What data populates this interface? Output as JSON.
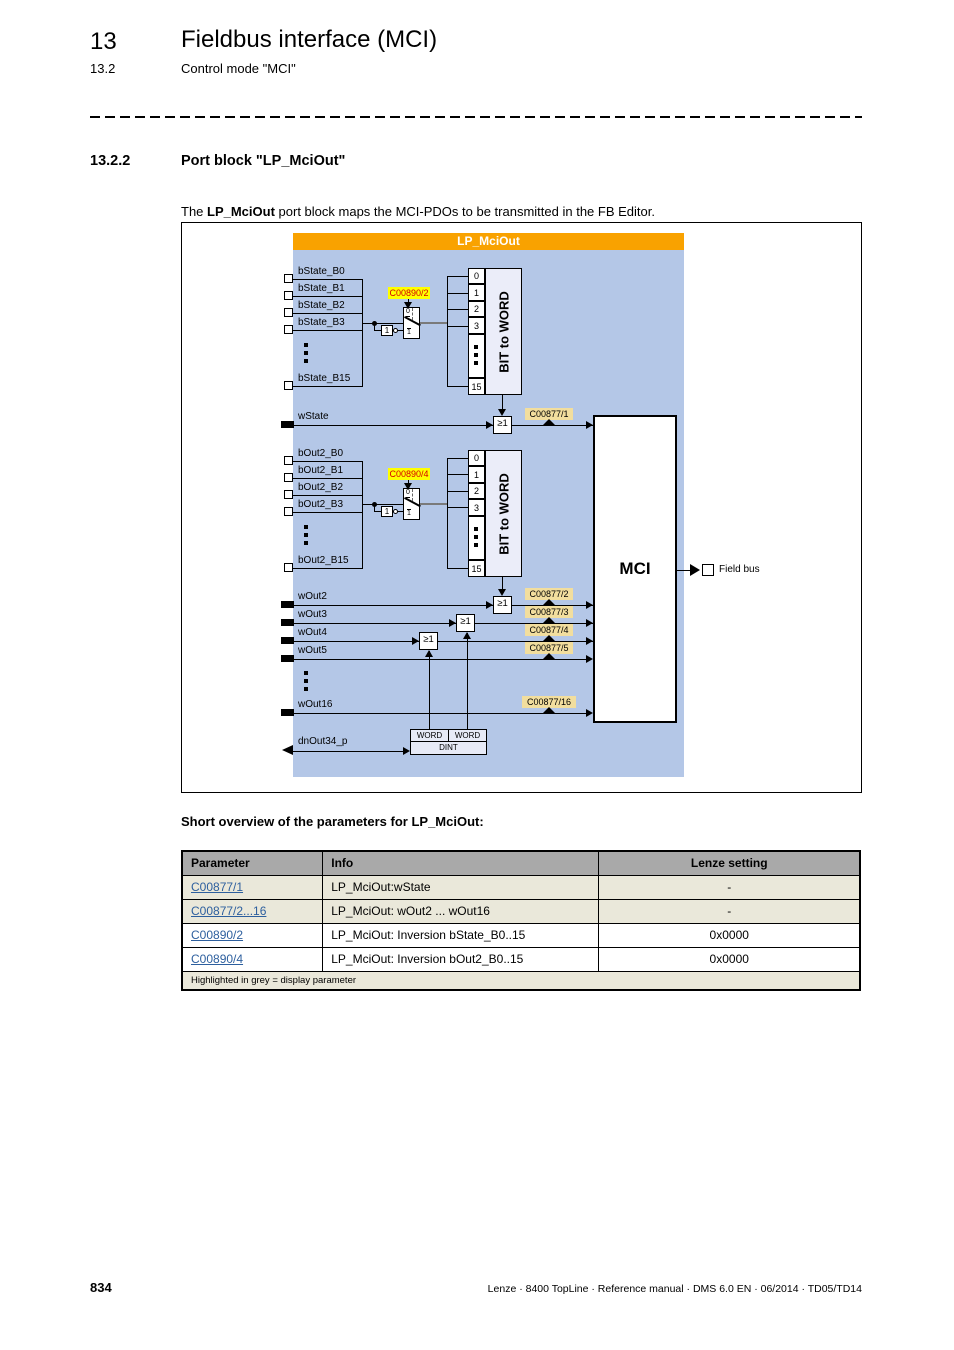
{
  "page": {
    "chapter_number": "13",
    "chapter_title": "Fieldbus interface (MCI)",
    "section_number": "13.2",
    "section_title": "Control mode \"MCI\"",
    "subsection_number": "13.2.2",
    "subsection_title": "Port block \"LP_MciOut\"",
    "intro": {
      "prefix": "The ",
      "bold": "LP_MciOut",
      "suffix": " port block maps the MCI-PDOs to be transmitted in the FB Editor."
    },
    "overview_heading": "Short overview of the parameters for LP_MciOut:",
    "footer": {
      "page_number": "834",
      "doc_info": "Lenze · 8400 TopLine · Reference manual · DMS 6.0 EN · 06/2014 · TD05/TD14"
    }
  },
  "diagram": {
    "title": "LP_MciOut",
    "bstate_labels": [
      "bState_B0",
      "bState_B1",
      "bState_B2",
      "bState_B3",
      "bState_B15"
    ],
    "bout2_labels": [
      "bOut2_B0",
      "bOut2_B1",
      "bOut2_B2",
      "bOut2_B3",
      "bOut2_B15"
    ],
    "wstate_label": "wState",
    "wout_labels": [
      "wOut2",
      "wOut3",
      "wOut4",
      "wOut5",
      "wOut16"
    ],
    "dnout_label": "dnOut34_p",
    "bit_numbers": [
      "0",
      "1",
      "2",
      "3",
      "15"
    ],
    "bit_to_word": "BIT to WORD",
    "gate_label": "≥1",
    "inverter_label": "1",
    "switch_zero": "0",
    "switch_one": "1",
    "tags": {
      "inv_bstate": "C00890/2",
      "inv_bout2": "C00890/4",
      "wstate": "C00877/1",
      "wout2": "C00877/2",
      "wout3": "C00877/3",
      "wout4": "C00877/4",
      "wout5": "C00877/5",
      "wout16": "C00877/16"
    },
    "mci_label": "MCI",
    "fieldbus_label": "Field bus",
    "word_cell": "WORD",
    "dint_cell": "DINT",
    "colors": {
      "panel_blue": "#b4c7e7",
      "title_orange": "#F9A200",
      "param_yellow": "#ffff00",
      "param_yellow_text": "#d40000",
      "param_gold": "#f2de9e"
    }
  },
  "table": {
    "headers": [
      "Parameter",
      "Info",
      "Lenze setting"
    ],
    "rows": [
      {
        "parameter": "C00877/1",
        "info": "LP_MciOut:wState",
        "setting": "-",
        "display_parameter": true
      },
      {
        "parameter": "C00877/2...16",
        "info": "LP_MciOut: wOut2 ... wOut16",
        "setting": "-",
        "display_parameter": true
      },
      {
        "parameter": "C00890/2",
        "info": "LP_MciOut: Inversion bState_B0..15",
        "setting": "0x0000",
        "display_parameter": false
      },
      {
        "parameter": "C00890/4",
        "info": "LP_MciOut: Inversion bOut2_B0..15",
        "setting": "0x0000",
        "display_parameter": false
      }
    ],
    "footnote": "Highlighted in grey = display parameter"
  }
}
